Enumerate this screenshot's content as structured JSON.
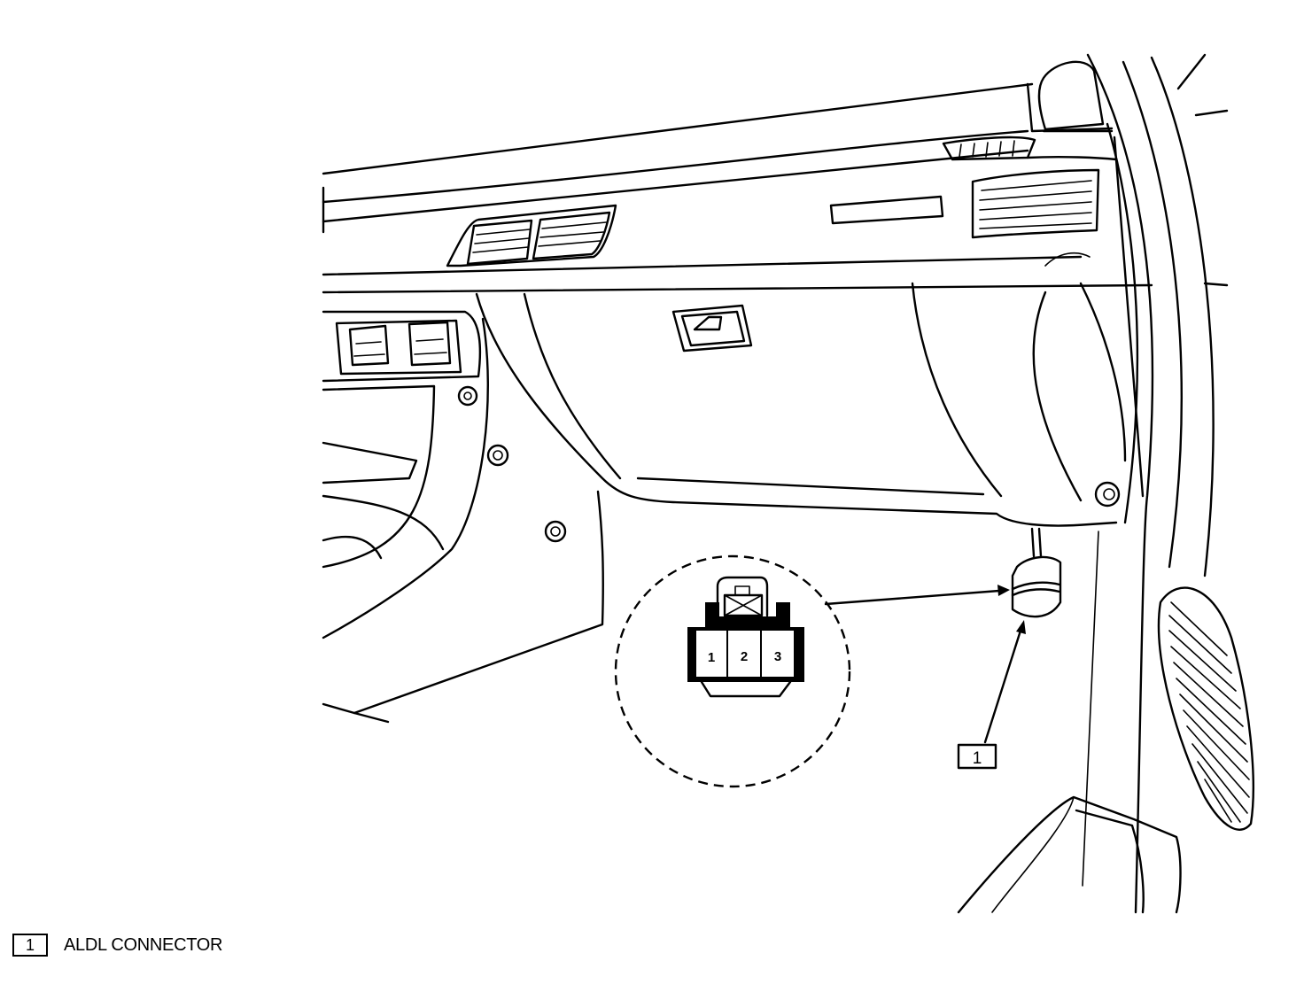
{
  "callout": {
    "number": "1"
  },
  "connector_detail": {
    "pins": [
      "1",
      "2",
      "3"
    ]
  },
  "legend": {
    "number": "1",
    "label": "ALDL CONNECTOR"
  }
}
